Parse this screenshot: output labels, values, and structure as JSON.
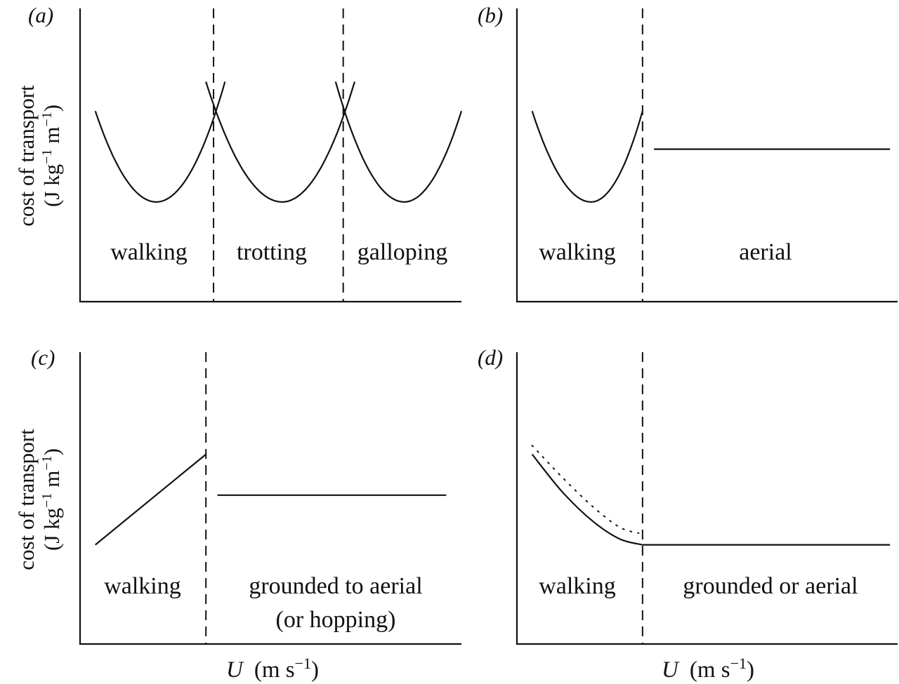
{
  "figure": {
    "ylabel_line1": "cost of transport",
    "ylabel_line2_prefix": "(J kg",
    "ylabel_line2_mid": " m",
    "ylabel_line2_suffix": ")",
    "ylabel_exponent": "−1",
    "xlabel_var": "U",
    "xlabel_unit_prefix": "(m s",
    "xlabel_unit_suffix": ")",
    "xlabel_exponent": "−1",
    "color": "#111111"
  },
  "chart_data": [
    {
      "type": "line",
      "panel": "(a)",
      "xlim": [
        0,
        1
      ],
      "ylim": [
        0,
        1
      ],
      "boundaries": [
        0.35,
        0.69
      ],
      "regions": [
        {
          "label": "walking"
        },
        {
          "label": "trotting"
        },
        {
          "label": "galloping"
        }
      ],
      "series": [
        {
          "style": "solid",
          "x": [
            0.04,
            0.2,
            0.38
          ],
          "y": [
            0.65,
            0.34,
            0.75
          ]
        },
        {
          "style": "solid",
          "x": [
            0.33,
            0.53,
            0.72
          ],
          "y": [
            0.75,
            0.34,
            0.75
          ]
        },
        {
          "style": "solid",
          "x": [
            0.67,
            0.85,
            1.0
          ],
          "y": [
            0.75,
            0.34,
            0.65
          ]
        }
      ]
    },
    {
      "type": "line",
      "panel": "(b)",
      "xlim": [
        0,
        1
      ],
      "ylim": [
        0,
        1
      ],
      "boundaries": [
        0.33
      ],
      "regions": [
        {
          "label": "walking"
        },
        {
          "label": "aerial"
        }
      ],
      "series": [
        {
          "style": "solid",
          "x": [
            0.04,
            0.195,
            0.33
          ],
          "y": [
            0.65,
            0.34,
            0.65
          ]
        },
        {
          "style": "solid",
          "x": [
            0.36,
            0.98
          ],
          "y": [
            0.52,
            0.52
          ]
        }
      ]
    },
    {
      "type": "line",
      "panel": "(c)",
      "xlim": [
        0,
        1
      ],
      "ylim": [
        0,
        1
      ],
      "boundaries": [
        0.33
      ],
      "regions": [
        {
          "label": "walking"
        },
        {
          "label": "grounded to aerial\n(or hopping)"
        }
      ],
      "series": [
        {
          "style": "solid",
          "x": [
            0.04,
            0.33
          ],
          "y": [
            0.34,
            0.65
          ]
        },
        {
          "style": "solid",
          "x": [
            0.36,
            0.96
          ],
          "y": [
            0.51,
            0.51
          ]
        }
      ]
    },
    {
      "type": "line",
      "panel": "(d)",
      "xlim": [
        0,
        1
      ],
      "ylim": [
        0,
        1
      ],
      "boundaries": [
        0.33
      ],
      "regions": [
        {
          "label": "walking"
        },
        {
          "label": "grounded or aerial"
        }
      ],
      "series": [
        {
          "style": "solid",
          "x": [
            0.04,
            0.12,
            0.2,
            0.27,
            0.33
          ],
          "y": [
            0.65,
            0.52,
            0.42,
            0.36,
            0.34
          ]
        },
        {
          "style": "solid",
          "x": [
            0.33,
            0.98
          ],
          "y": [
            0.34,
            0.34
          ]
        },
        {
          "style": "dotted",
          "x": [
            0.04,
            0.12,
            0.2,
            0.27,
            0.32
          ],
          "y": [
            0.68,
            0.57,
            0.47,
            0.4,
            0.38
          ]
        }
      ]
    }
  ]
}
